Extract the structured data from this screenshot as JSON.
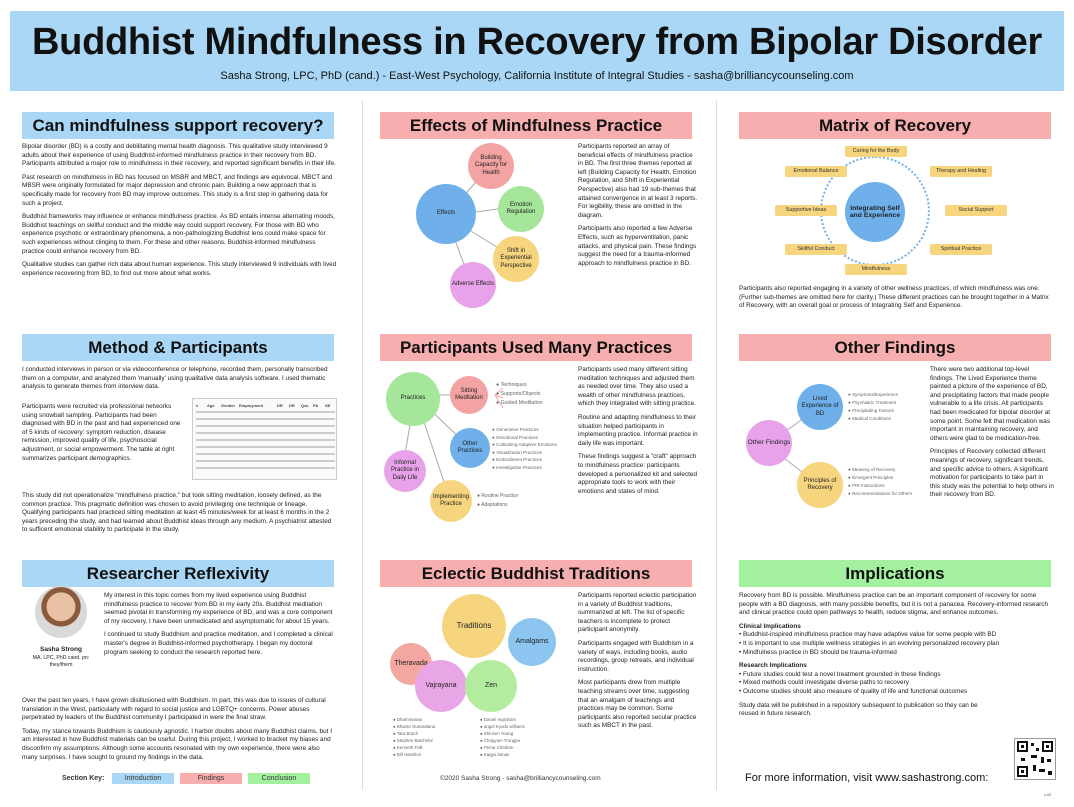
{
  "title": "Buddhist Mindfulness in Recovery from Bipolar Disorder",
  "subtitle": "Sasha Strong, LPC, PhD (cand.) - East-West Psychology, California Institute of Integral Studies - sasha@brilliancycounseling.com",
  "s1": {
    "h": "Can mindfulness support recovery?",
    "p1": "Bipolar disorder (BD) is a costly and debilitating mental health diagnosis. This qualitative study interviewed 9 adults about their experience of using Buddhist-informed mindfulness practice in their recovery from BD. Participants attributed a major role to mindfulness in their recovery, and reported significant benefits in their life.",
    "p2": "Past research on mindfulness in BD has focused on MSBR and MBCT, and findings are equivocal. MBCT and MBSR were originally formulated for major depression and chronic pain. Building a new approach that is specifically made for recovery from BD may improve outcomes. This study is a first step in gathering data for such a project.",
    "p3": "Buddhist frameworks may influence or enhance mindfulness practice. As BD entails intense alternating moods, Buddhist teachings on skillful conduct and the middle way could support recovery. For those with BD who experience psychotic or extraordinary phenomena, a non-pathologizing Buddhist lens could make space for such experiences without clinging to them. For these and other reasons, Buddhist-informed mindfulness practice could enhance recovery from BD.",
    "p4": "Qualitative studies can gather rich data about human experience. This study interviewed 9 individuals with lived experience recovering from BD, to find out more about what works."
  },
  "s2": {
    "h": "Method & Participants",
    "p1": "I conducted interviews in person or via videoconference or telephone, recorded them, personally transcribed them on a computer, and analyzed them 'manually' using qualitative data analysis software. I used thematic analysis to generate themes from interview data.",
    "p2": "Participants were recruited via professional networks using snowball sampling. Participants had been diagnosed with BD in the past and had experienced one of 5 kinds of recovery: symptom reduction, disease remission, improved quality of life, psychosocial adjustment, or social empowerment. The table at right summarizes participant demographics.",
    "p3": "This study did not operationalize \"mindfulness practice,\" but took sitting meditation, loosely defined, as the common practice. This pragmatic definition was chosen to avoid privileging one technique or lineage. Qualifying participants had practiced sitting meditation at least 45 minutes/week for at least 6 months in the 2 years preceding the study, and had learned about Buddhist ideas through any medium. A psychiatrist attested to sufficent emotional stability to participate in the study.",
    "table_head": [
      "#",
      "Age",
      "Gender",
      "Employment",
      "DR",
      "DR",
      "QoL",
      "PA",
      "SE"
    ]
  },
  "s3": {
    "h": "Researcher Reflexivity",
    "name": "Sasha Strong",
    "cred": "MA, LPC, PhD cand. pn: they/them",
    "p1": "My interest in this topic comes from my lived experience using Buddhist mindfulness practice to recover from BD in my early 20s. Buddhist meditation seemed pivotal in transforming my experience of BD, and was a core component of my recovery. I have been unmedicated and asymptomatic for about 15 years.",
    "p2": "I continued to study Buddhism and practice meditation, and I completed a clinical master's degree in Buddhist-informed psychotherapy. I began my doctoral program seeking to conduct the research reported here.",
    "p3": "Over the past ten years, I have grown disillusioned with Buddhism. In part, this was due to issues of cultural translation in the West, particularly with regard to social justice and LGBTQ+ concerns. Power abuses perpetrated by leaders of the Buddhist community I participated in were the final straw.",
    "p4": "Today, my stance towards Buddhism is cautiously agnostic. I harbor doubts about many Buddhist claims, but I am interested in how Buddhist materials can be useful. During this project, I worked to bracket my biases and disconfirm my assumptions. Although some accounts resonated with my own experience, there were also many surprises. I have sought to ground my findings in the data."
  },
  "s4": {
    "h": "Effects of Mindfulness Practice",
    "center": "Effects",
    "nodes": [
      "Building Capacity for Health",
      "Emotion Regulation",
      "Shift in Experiential Perspective",
      "Adverse Effects"
    ],
    "p1": "Participants reported an array of beneficial effects of mindfulness practice in BD. The first three themes reported at left (Building Capacity for Health, Emotion Regulation, and Shift in Experiential Perspective) also had 19 sub-themes that attained convergence in at least 3 reports. For legibility, these are omitted in the diagram.",
    "p2": "Participants also reported a few Adverse Effects, such as hyperventilation, panic attacks, and physical pain. These findings suggest the need for a trauma-informed approach to mindfulness practice in BD."
  },
  "s5": {
    "h": "Participants Used Many Practices",
    "center": "Practices",
    "nodes": [
      "Sitting Meditation",
      "Other Practices",
      "Informal Practice in Daily Life",
      "Implementing Practice"
    ],
    "sitting": [
      "Techniques",
      "Supports/Objects",
      "Guided Meditation"
    ],
    "other": [
      "Generative Practices",
      "Devotional Practices",
      "Cultivating Adaptive Emotions",
      "Visualization Practices",
      "Embodiment Practices",
      "Investigative Practices"
    ],
    "impl": [
      "Routine Practice",
      "Adaptations"
    ],
    "p1": "Participants used many different sitting meditation techniques and adjusted them as needed over time. They also used a wealth of other mindfulness practices, which they integrated with sitting practice.",
    "p2": "Routine and adapting mindfulness to their situation helped participants in implementing practice. Informal practice in daily life was important.",
    "p3": "These findings suggest a \"craft\" approach to mindfulness practice: participants developed a personalized kit and selected appropriate tools to work with their emotions and states of mind."
  },
  "s6": {
    "h": "Eclectic Buddhist Traditions",
    "nodes": [
      "Traditions",
      "Theravada",
      "Amalgams",
      "Vajrayana",
      "Zen"
    ],
    "teachers": [
      "Dhammarato",
      "Bhante Gunaratana",
      "Tara Brach",
      "Stephen Batchelor",
      "Kenneth Folk",
      "Bill Hamilton",
      "Daniel Ingraham",
      "angel Kyodo williams",
      "Shinzen Young",
      "Chögyam Trungpa",
      "Pema Chödrön",
      "Kagyu lamas"
    ],
    "p1": "Participants reported eclectic participation in a variety of Buddhist traditions, summarized at left. The list of specific teachers is incomplete to protect participant anonymity.",
    "p2": "Participants engaged with Buddhism in a variety of ways, including books, audio recordings, group retreats, and individual instruction.",
    "p3": "Most participants drew from multiple teaching streams over time, suggesting that an amalgam of teachings and practices may be common. Some participants also reported secular practice such as MBCT in the past."
  },
  "s7": {
    "h": "Matrix of Recovery",
    "center": "Integrating Self and Experience",
    "nodes": [
      "Caring for the Body",
      "Therapy and Healing",
      "Social Support",
      "Spiritual Practice",
      "Mindfulness",
      "Skillful Conduct",
      "Supportive Ideas",
      "Emotional Balance"
    ],
    "p1": "Participants also reported engaging in a variety of other wellness practices, of which mindfulness was one. (Further sub-themes are omitted here for clarity.) These different practices can be brought together in a Matrix of Recovery, with an overall goal or process of Integrating Self and Experience."
  },
  "s8": {
    "h": "Other Findings",
    "center": "Other Findings",
    "nodes": [
      "Lived Experience of BD",
      "Principles of Recovery"
    ],
    "lived": [
      "Symptoms/Experience",
      "Psychiatric Treatment",
      "Precipitating Factors",
      "Medical Conditions"
    ],
    "princ": [
      "Meaning of Recovery",
      "Emergent Principles",
      "PIR Instructions",
      "Recommendations for Others"
    ],
    "p1": "There were two additional top-level findings. The Lived Experience theme painted a picture of the experience of BD, and precipitating factors that made people vulnerable to a life crisis. All participants had been medicated for bipolar disorder at some point. Some felt that medication was important in maintaining recovery, and others were glad to be medication-free.",
    "p2": "Principles of Recovery collected different meanings of recovery, significant trends, and specific advice to others. A significant motivation for participants to take part in this study was the potential to help others in their recovery from BD."
  },
  "s9": {
    "h": "Implications",
    "p1": "Recovery from BD is possible. Mindfulness practice can be an important component of recovery for some people with a BD diagnosis, with many possible benefits, but it is not a panacea. Recovery-informed research and clinical practice could open pathways to health, reduce stigma, and enhance outcomes.",
    "clin_h": "Clinical Implications",
    "clin": [
      "• Buddhist-inspired mindfulness practice may have adaptive value for some people with BD",
      "• It is important to use multiple wellness strategies in an evolving personalized recovery plan",
      "• Mindfulness practice in BD should be trauma-informed"
    ],
    "res_h": "Research Implications",
    "res": [
      "• Future studies could test a novel treatment grounded in these findings",
      "• Mixed methods could investigate diverse paths to recovery",
      "• Outcome studies should also measure of quality of life and functional outcomes"
    ],
    "p2": "Study data will be published in a repository subsequent to publication so they can be reused in future research."
  },
  "footer": {
    "key": "Section Key:",
    "k1": "Introduction",
    "k2": "Findings",
    "k3": "Conclusion",
    "copy": "©2020 Sasha Strong - sasha@brilliancycounseling.com",
    "more": "For more information, visit www.sashastrong.com:",
    "ver": "v.03"
  },
  "colors": {
    "blue": "#a9d7f5",
    "pink": "#f7aeaf",
    "green": "#a3f09f",
    "yellow": "#f7d57e"
  }
}
